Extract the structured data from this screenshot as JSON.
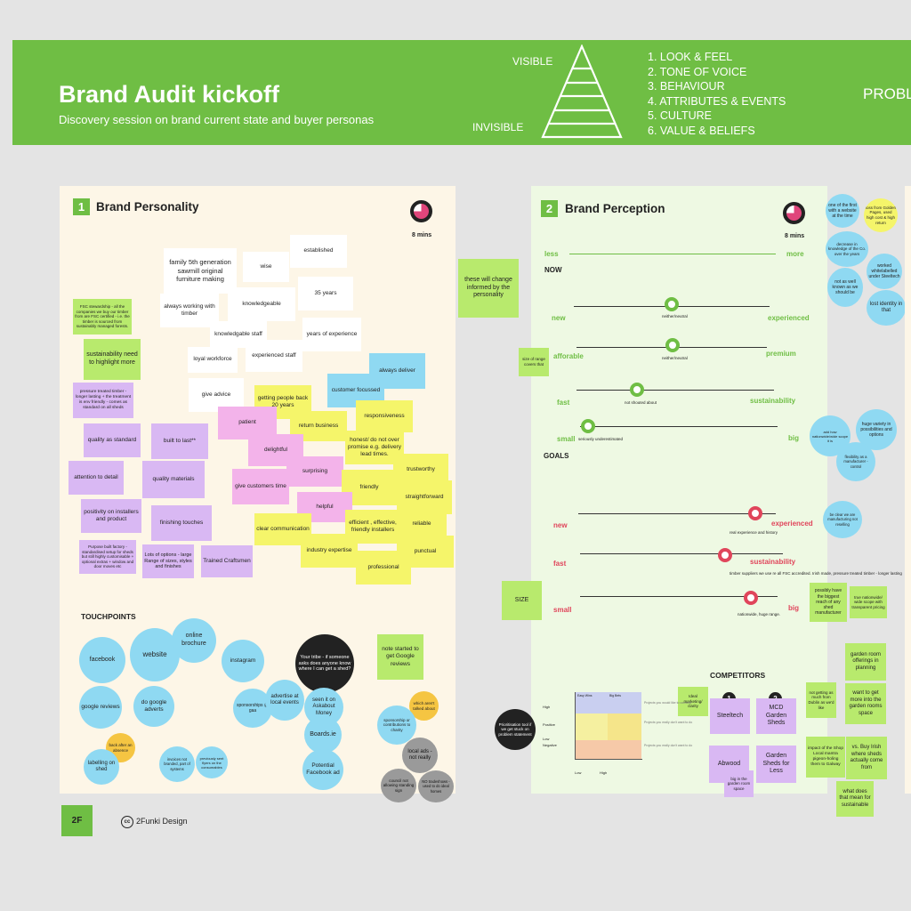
{
  "header": {
    "title": "Brand Audit kickoff",
    "subtitle": "Discovery session on brand current state and buyer personas",
    "visible": "VISIBLE",
    "invisible": "INVISIBLE",
    "levels": [
      "1. LOOK & FEEL",
      "2. TONE OF VOICE",
      "3. BEHAVIOUR",
      "4. ATTRIBUTES & EVENTS",
      "5. CULTURE",
      "6. VALUE & BELIEFS"
    ],
    "next_section": "PROBL"
  },
  "personality": {
    "number": "1",
    "title": "Brand Personality",
    "timer": "8 mins",
    "notes": {
      "family": "family 5th generation sawmill original furniture making",
      "wise": "wise",
      "established": "established",
      "always_working": "always working with timber",
      "knowledgeable": "knowledgeable",
      "years35": "35 years",
      "fsc": "FSC stewardship - all the companies we buy our timber from are FSC certified - i.e. the timber is sourced from sustainably managed forests.",
      "knowledgable_staff": "knowledgable staff",
      "years_exp": "years of experience",
      "sustainability": "sustainability need to highlight more",
      "loyal": "loyal workforce",
      "experienced_staff": "experienced staff",
      "always_deliver": "always deliver",
      "pressure": "pressure treated timber - longer lasting + the treatment is env friendly - comes as standard on all sheds",
      "give_advice": "give advice",
      "customer_focussed": "customer focussed",
      "people_back": "getting people back 20 years",
      "responsiveness": "responsiveness",
      "patient": "patient",
      "return_business": "return business",
      "quality_std": "quality as standard",
      "built_last": "built to last**",
      "honest": "honest/ do not over promise e.g. delivery lead times.",
      "delightful": "delightful",
      "trustworthy": "trustworthy",
      "attention": "attention to detail",
      "quality_materials": "quality materials",
      "surprising": "surprising",
      "give_time": "give customers time",
      "friendly": "friendly",
      "straightforward": "straightforward",
      "positivity": "positivity on installers and product",
      "helpful": "helpful",
      "finishing": "finishing touches",
      "clear_comm": "clear communication",
      "efficient": "efficient , effective, friendly installers",
      "reliable": "reliable",
      "purpose": "Purpose built factory - standardised setup for sheds but still highly customisable + optional extras + window and door moves etc",
      "lots_options": "Lots of options - large Range of sizes, styles and finishes",
      "trained": "Trained Craftsmen",
      "industry": "industry expertise",
      "punctual": "punctual",
      "professional": "professional",
      "change_informed": "these will change informed by the personality"
    },
    "touchpoints_title": "TOUCHPOINTS",
    "touchpoints": {
      "facebook": "facebook",
      "website": "website",
      "online_brochure": "online brochure",
      "instagram": "instagram",
      "tribe": "Your tribe - if someone asks does anyone know where I can get a shed?",
      "google_reviews_note": "note started to get Google reviews",
      "google_reviews": "google reviews",
      "google_adverts": "do google adverts",
      "sponsorships_gaa": "sponsorships @ gaa",
      "advertise_events": "advertise at local events",
      "askabout": "seen it on Askabout Money",
      "which_talked": "which aren't talked about",
      "sponsorship_charity": "sponsorship or contributions to charity",
      "back_absence": "back after an absence",
      "labelling": "labelling on shed",
      "invoices": "invoices not branded, part of systems",
      "previously_flyers": "previously sent flyers on the consumables",
      "boards": "Boards.ie",
      "local_ads": "local ads - not really",
      "potential_fb": "Potential Facebook ad",
      "council": "council not allowing standing sign",
      "no_tradeshows": "NO tradeshows - used to do ideal homes"
    }
  },
  "perception": {
    "number": "2",
    "title": "Brand Perception",
    "timer": "8 mins",
    "less": "less",
    "more": "more",
    "now": "NOW",
    "goals": "GOALS",
    "now_rows": [
      {
        "left": "new",
        "right": "experienced",
        "note": "neither/neutral"
      },
      {
        "left": "afforable",
        "right": "premium",
        "note": "neither/neutral"
      },
      {
        "left": "fast",
        "right": "sustainability",
        "note": "not shouted about"
      },
      {
        "left": "small",
        "right": "big",
        "note": "seriously underestimated"
      }
    ],
    "goal_rows": [
      {
        "left": "new",
        "right": "experienced",
        "note": "real experience and history"
      },
      {
        "left": "fast",
        "right": "sustainability",
        "note": "timber suppliers we use re all FSC accredited. Irish made, pressure treated timber - longer lasting"
      },
      {
        "left": "small",
        "right": "big",
        "note": "nationwide, huge range."
      }
    ],
    "size_range": "size of range covers that",
    "size": "SIZE",
    "side_notes": {
      "first_website": "one of the first with a website at the time",
      "golden_pages": "loss from Golden Pages, used high cost & high return",
      "decrease": "decrease in knowledge of the Co. over the years",
      "not_known": "not as well known as we should be",
      "worked_whitelabel": "worked whitelabelled under Steeltech",
      "lost_identity": "lost identity in that",
      "nationwide_scale": "add how nationwide/wide scope it is",
      "huge_variety": "huge variety in possibilities and options",
      "flexibility": "flexibility as a manufacturer - control",
      "clear_manufacturing": "be clear we are manufacturing not reselling",
      "biggest_reach": "possibly have the biggest reach of any shed manufacturer",
      "true_nationwide": "true nationwide/ wide scope with transparent pricing"
    },
    "competitors_title": "COMPETITORS",
    "competitors": {
      "steeltech_num": "1",
      "mcd_num": "2",
      "steeltech": "Steeltech",
      "mcd": "MCD Garden Sheds",
      "abwood": "Abwood",
      "garden_less": "Garden Sheds for Less",
      "big_garden": "big in the garden room space",
      "ideal": "Ideal marketing/ clarity",
      "prioritisation": "Prioritisation tool if we get stuck on problem statement",
      "not_getting": "not getting as much from Dublin as we'd like",
      "shop_local": "impact of the Shop Local mantra pigeon-holing them to Galway",
      "buy_irish": "vs. Buy Irish where sheds actually come from",
      "what_does": "what does that mean for sustainable",
      "garden_room": "garden room offerings in planning",
      "want_more": "want to get more into the garden rooms space"
    },
    "matrix": {
      "high": "High",
      "low": "Low",
      "negative": "Negative",
      "positive": "Positive",
      "x_low": "Low",
      "x_high": "High",
      "cells": [
        "Easy Wins",
        "Big Bets",
        "Projects you would like to consider",
        "Projects you really don't want to do",
        "Projects you really don't want to do"
      ]
    }
  },
  "footer": {
    "logo": "2F",
    "credit": "2Funki Design"
  },
  "colors": {
    "banner": "#6fbe44",
    "board1": "#fdf6e7",
    "board2": "#eef9e3",
    "accent_red": "#e0455b",
    "timer": "#e0457b"
  }
}
